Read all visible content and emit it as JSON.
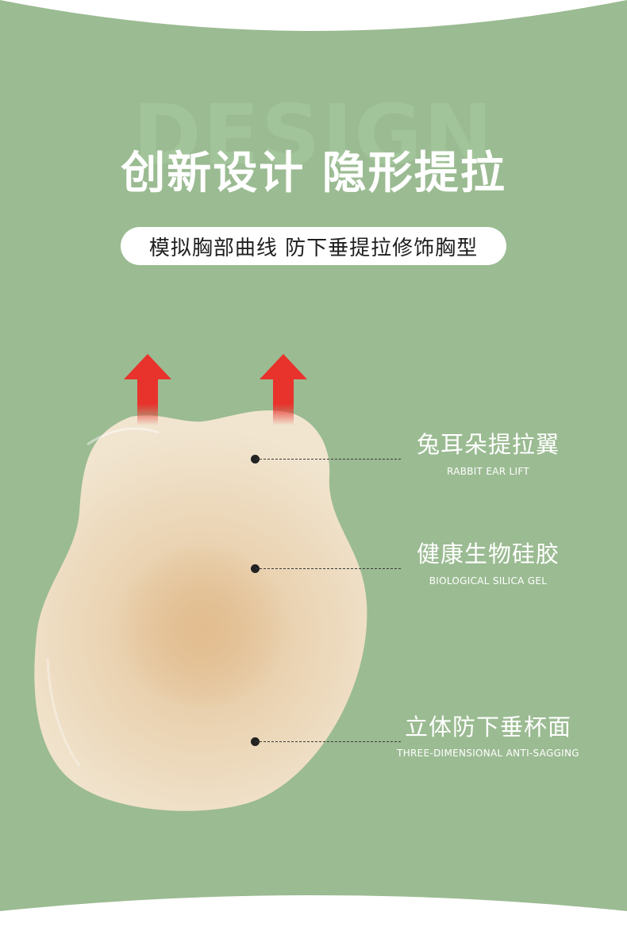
{
  "colors": {
    "background_green": "#9bbb92",
    "outer_white": "#ffffff",
    "watermark_green": "#a8cca0",
    "title_white": "#ffffff",
    "pill_bg": "#ffffff",
    "pill_text": "#1f1f1f",
    "arrow_red": "#e8322c",
    "product_beige": "#efe2cc",
    "product_center": "#e4c39a",
    "label_white": "#ffffff",
    "leader_dark": "#222222"
  },
  "watermark": {
    "text": "DESIGN"
  },
  "header": {
    "title": "创新设计 隐形提拉",
    "subtitle": "模拟胸部曲线 防下垂提拉修饰胸型"
  },
  "icons": {
    "left_arrow": "arrow-up-icon",
    "right_arrow": "arrow-up-icon"
  },
  "features": [
    {
      "cn": "兔耳朵提拉翼",
      "en": "RABBIT EAR LIFT"
    },
    {
      "cn": "健康生物硅胶",
      "en": "BIOLOGICAL SILICA GEL"
    },
    {
      "cn": "立体防下垂杯面",
      "en": "THREE-DIMENSIONAL ANTI-SAGGING"
    }
  ]
}
